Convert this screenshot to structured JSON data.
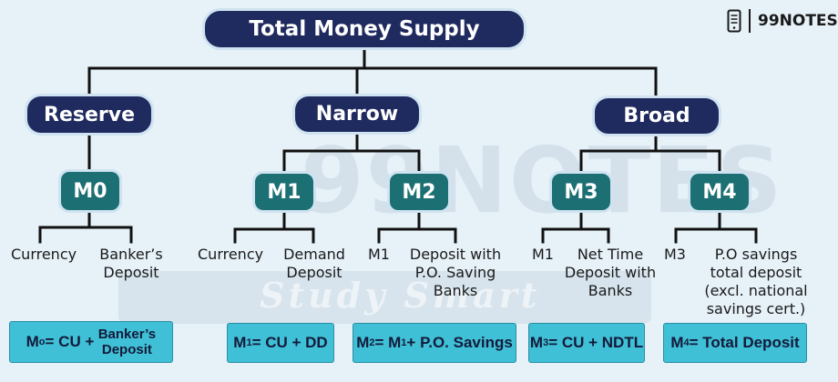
{
  "logo": {
    "text": "99NOTES",
    "icon": "phone-notes-icon"
  },
  "watermark": {
    "text": "99NOTES",
    "tagline": "Study Smart"
  },
  "root": {
    "label": "Total Money Supply"
  },
  "categories": {
    "reserve": "Reserve",
    "narrow": "Narrow",
    "broad": "Broad"
  },
  "measures": {
    "m0": "M0",
    "m1": "M1",
    "m2": "M2",
    "m3": "M3",
    "m4": "M4"
  },
  "components": {
    "m0_a": "Currency",
    "m0_b": "Banker’s Deposit",
    "m1_a": "Currency",
    "m1_b": "Demand Deposit",
    "m2_a": "M1",
    "m2_b": "Deposit with P.O. Saving Banks",
    "m3_a": "M1",
    "m3_b": "Net Time Deposit with Banks",
    "m4_a": "M3",
    "m4_b": "P.O savings total deposit (excl. national savings cert.)"
  },
  "formulas": {
    "m0": {
      "base": "M",
      "sub": "o",
      "eq": "= CU + ",
      "tail": "Banker’s Deposit"
    },
    "m1": {
      "base": "M",
      "sub": "1",
      "eq": "= CU + DD"
    },
    "m2": {
      "base": "M",
      "sub": "2",
      "eq": "= M",
      "sub2": "1",
      "tail": " + P.O. Savings"
    },
    "m3": {
      "base": "M",
      "sub": "3",
      "eq": "=  CU + NDTL"
    },
    "m4": {
      "base": "M",
      "sub": "4",
      "eq": " =  Total Deposit"
    }
  },
  "colors": {
    "navy": "#1f2a5e",
    "teal": "#1c6f73",
    "cyan": "#3fc0d6",
    "background": "#e6f1f8"
  }
}
